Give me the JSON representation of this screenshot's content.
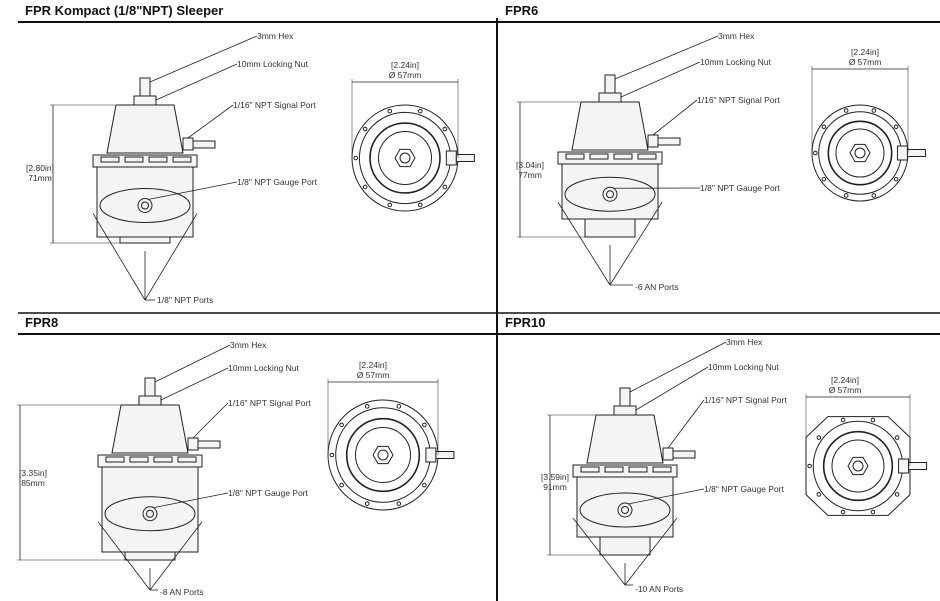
{
  "panels": [
    {
      "title": "FPR Kompact (1/8\"NPT) Sleeper",
      "hex": "3mm Hex",
      "nut": "10mm Locking Nut",
      "signal": "1/16\" NPT Signal Port",
      "gauge": "1/8\" NPT Gauge Port",
      "ports": "1/8\" NPT Ports",
      "height_in": "[2.80in]",
      "height_mm": "71mm",
      "dia_in": "[2.24in]",
      "dia_mm": "Ø 57mm",
      "top_shape": "round"
    },
    {
      "title": "FPR6",
      "hex": "3mm Hex",
      "nut": "10mm Locking Nut",
      "signal": "1/16\" NPT Signal Port",
      "gauge": "1/8\" NPT Gauge Port",
      "ports": "-6 AN Ports",
      "height_in": "[3.04in]",
      "height_mm": "77mm",
      "dia_in": "[2.24in]",
      "dia_mm": "Ø 57mm",
      "top_shape": "round"
    },
    {
      "title": "FPR8",
      "hex": "3mm Hex",
      "nut": "10mm Locking Nut",
      "signal": "1/16\" NPT Signal Port",
      "gauge": "1/8\" NPT Gauge Port",
      "ports": "-8 AN Ports",
      "height_in": "[3.35in]",
      "height_mm": "85mm",
      "dia_in": "[2.24in]",
      "dia_mm": "Ø 57mm",
      "top_shape": "round"
    },
    {
      "title": "FPR10",
      "hex": "3mm Hex",
      "nut": "10mm Locking Nut",
      "signal": "1/16\" NPT Signal Port",
      "gauge": "1/8\" NPT Gauge Port",
      "ports": "-10 AN Ports",
      "height_in": "[3.59in]",
      "height_mm": "91mm",
      "dia_in": "[2.24in]",
      "dia_mm": "Ø 57mm",
      "top_shape": "octagonal"
    }
  ],
  "colors": {
    "line": "#222222",
    "fill": "#f4f4f4",
    "divider": "#111111"
  }
}
